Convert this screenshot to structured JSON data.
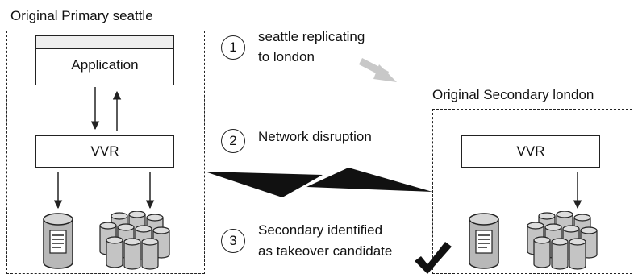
{
  "primary": {
    "title": "Original Primary seattle",
    "app_label": "Application",
    "vvr_label": "VVR"
  },
  "secondary": {
    "title": "Original Secondary london",
    "vvr_label": "VVR"
  },
  "steps": [
    {
      "number": "1",
      "line1": "seattle replicating",
      "line2": "to london"
    },
    {
      "number": "2",
      "line1": "Network disruption"
    },
    {
      "number": "3",
      "line1": "Secondary identified",
      "line2": "as takeover candidate"
    }
  ],
  "colors": {
    "line": "#222222",
    "arrow_gray": "#c8c8c8",
    "header_gray": "#eeeeee",
    "disk": "#b8b8b8"
  },
  "icons": [
    "document-database-icon",
    "database-cluster-icon",
    "checkmark-icon",
    "replication-arrow-icon",
    "network-break-icon"
  ]
}
